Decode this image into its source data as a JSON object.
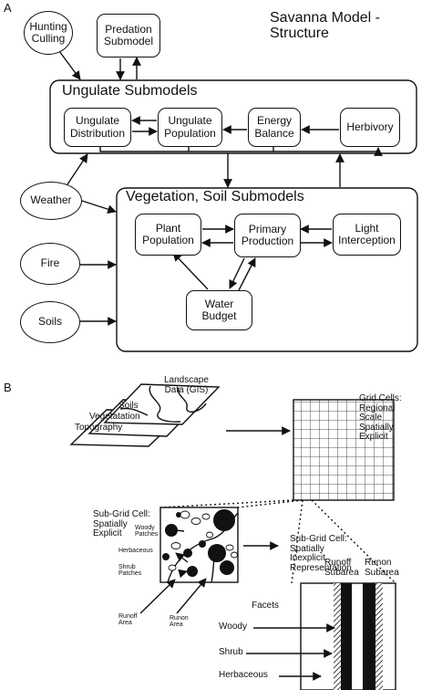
{
  "panel_a": {
    "label": "A",
    "title": "Savanna Model -\nStructure",
    "hunting": "Hunting\nCulling",
    "predation": "Predation\nSubmodel",
    "ungulate_group": "Ungulate Submodels",
    "ungulate_distribution": "Ungulate\nDistribution",
    "ungulate_population": "Ungulate\nPopulation",
    "energy_balance": "Energy\nBalance",
    "herbivory": "Herbivory",
    "weather": "Weather",
    "fire": "Fire",
    "soils": "Soils",
    "veg_group": "Vegetation, Soil Submodels",
    "plant_population": "Plant\nPopulation",
    "primary_production": "Primary\nProduction",
    "light_interception": "Light\nInterception",
    "water_budget": "Water\nBudget"
  },
  "panel_b": {
    "label": "B",
    "landscape": "Landscape\nData (GIS)",
    "soils": "Soils",
    "vegetation": "Vegetatation",
    "topography": "Topography",
    "grid_cells": "Grid Cells:\nRegional\nScale\nSpatially\nExplicit",
    "subgrid_explicit": "Sub-Grid Cell:\nSpatially\nExplicit",
    "woody_patches": "Woody\nPatches",
    "herbaceous_small": "Herbaceous",
    "shrub_patches": "Shrub\nPatches",
    "runoff_area": "Runoff\nArea",
    "runon_area": "Runon\nArea",
    "subgrid_inexplicit": "Sub-Grid Cell:\nSpatially\nInexplicit\nRepresentation",
    "runoff_subarea": "Runoff\nSubarea",
    "runon_subarea": "Runon\nSubarea",
    "facets": "Facets",
    "woody": "Woody",
    "shrub": "Shrub",
    "herbaceous": "Herbaceous"
  }
}
